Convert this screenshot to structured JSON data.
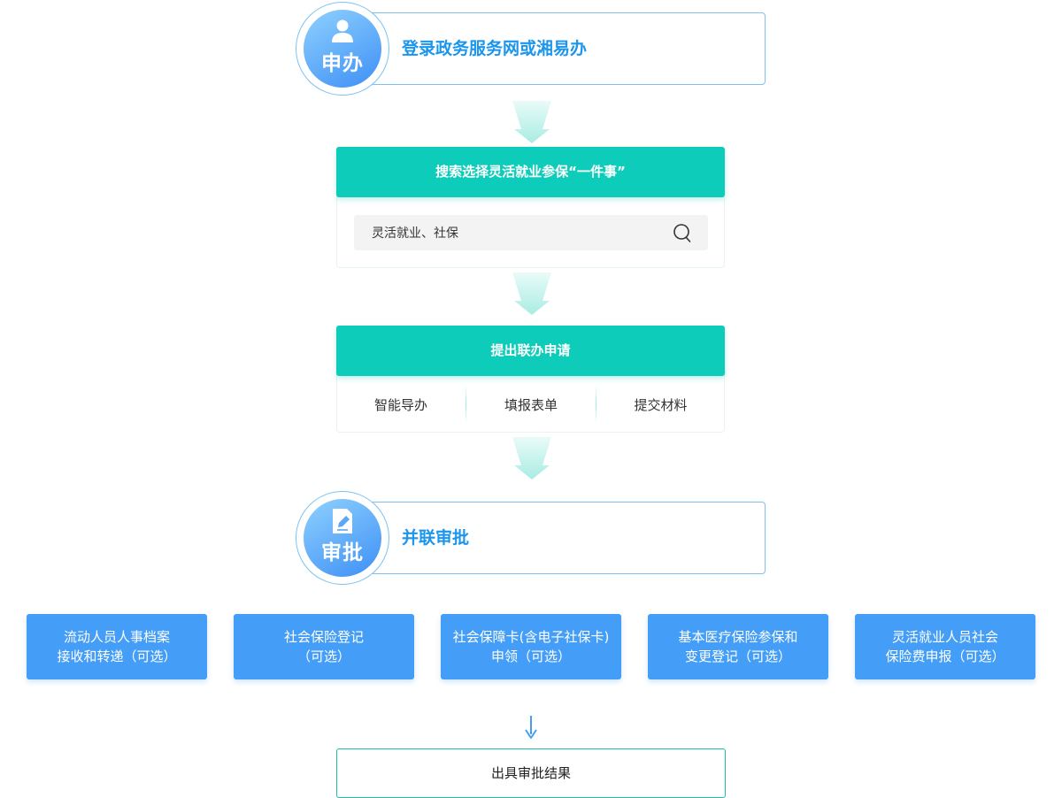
{
  "stage_apply": {
    "badge": "申办",
    "title": "登录政务服务网或湘易办",
    "icon": "user-icon"
  },
  "step_search": {
    "title": "搜索选择灵活就业参保“一件事”",
    "search_value": "灵活就业、社保",
    "icon": "search-icon"
  },
  "step_submit": {
    "title": "提出联办申请",
    "items": [
      "智能导办",
      "填报表单",
      "提交材料"
    ]
  },
  "stage_approve": {
    "badge": "审批",
    "title": "并联审批",
    "icon": "document-edit-icon"
  },
  "approval_items": [
    {
      "line1": "流动人员人事档案",
      "line2": "接收和转递（可选）"
    },
    {
      "line1": "社会保险登记",
      "line2": "（可选）"
    },
    {
      "line1": "社会保障卡(含电子社保卡)",
      "line2": "申领（可选）"
    },
    {
      "line1": "基本医疗保险参保和",
      "line2": "变更登记（可选）"
    },
    {
      "line1": "灵活就业人员社会",
      "line2": "保险费申报（可选）"
    }
  ],
  "result": {
    "label": "出具审批结果"
  },
  "colors": {
    "teal": "#0dccb9",
    "blue": "#449ef7",
    "title_blue": "#1c95ec",
    "border_blue": "#7cc3f2"
  }
}
